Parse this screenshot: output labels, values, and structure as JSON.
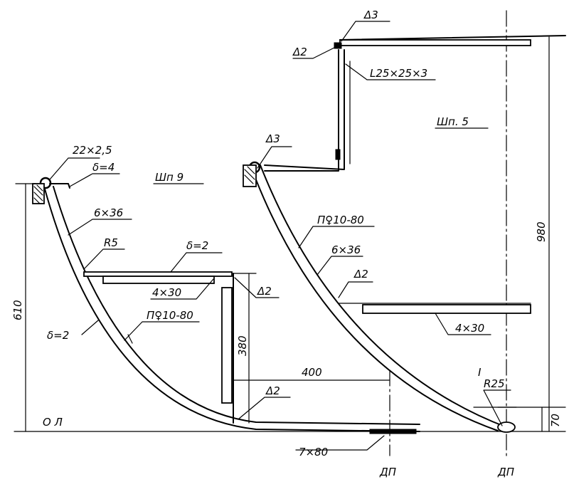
{
  "labels": {
    "top_delta3": "Δ3",
    "top_delta2": "Δ2",
    "angle_profile": "L25×25×3",
    "frame5": "Шп. 5",
    "left_delta3": "Δ3",
    "tube": "22×2,5",
    "delta4": "δ=4",
    "frame9": "Шп 9",
    "flat_left": "6×36",
    "radius5": "R5",
    "delta2_plate": "δ=2",
    "flange_left": "4×30",
    "delta_left_knee": "Δ2",
    "height610": "610",
    "delta2_shell": "δ=2",
    "profile_left": "П♀10-80",
    "height380": "380",
    "width400": "400",
    "delta_bottom": "Δ2",
    "baseline": "О Л",
    "keel_plate": "7×80",
    "dp_left": "ДП",
    "profile_right": "П♀10-80",
    "flat_right": "6×36",
    "delta_right": "Δ2",
    "height980": "980",
    "flange_right": "4×30",
    "ibeam_symbol": "Ⅰ",
    "radius25": "R25",
    "height70": "70",
    "dp_right": "ДП"
  }
}
